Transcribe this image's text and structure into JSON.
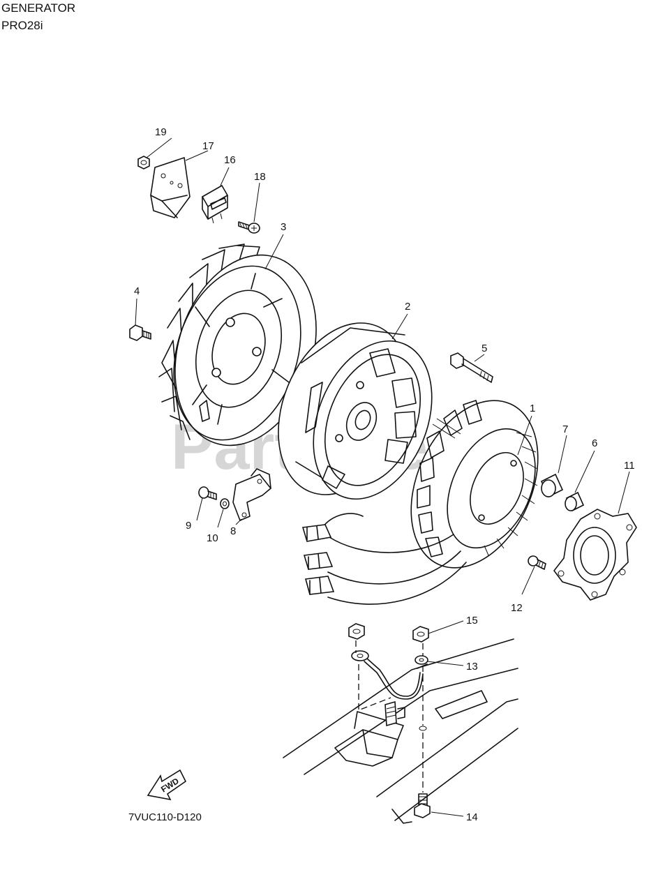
{
  "header": {
    "line1": "GENERATOR",
    "line2": "PRO28i"
  },
  "watermark": "PartsTree",
  "diagram_code": "7VUC110-D120",
  "fwd_label": "FWD",
  "callouts": {
    "c1": "1",
    "c2": "2",
    "c3": "3",
    "c4": "4",
    "c5": "5",
    "c6": "6",
    "c7": "7",
    "c8": "8",
    "c9": "9",
    "c10": "10",
    "c11": "11",
    "c12": "12",
    "c13": "13",
    "c14": "14",
    "c15": "15",
    "c16": "16",
    "c17": "17",
    "c18": "18",
    "c19": "19"
  }
}
